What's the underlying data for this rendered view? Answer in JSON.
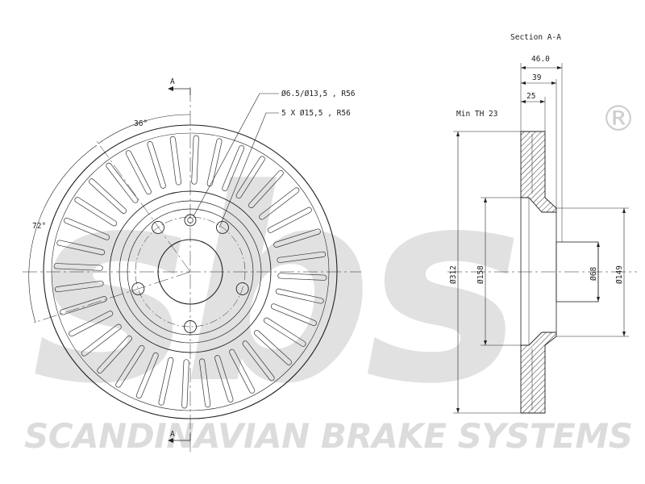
{
  "watermark": {
    "logo": "sbs",
    "registered": "®",
    "company": "SCANDINAVIAN BRAKE SYSTEMS"
  },
  "front_view": {
    "section_marker_top": "A",
    "section_marker_bottom": "A",
    "angle_1": "36°",
    "angle_2": "72°",
    "note_holes_1": "Ø6.5/Ø13,5 , R56",
    "note_holes_2": "5 X Ø15,5 , R56",
    "vent_slot_count": 36,
    "bolt_hole_count": 5
  },
  "section_view": {
    "title": "Section A-A",
    "total_height": "46.0",
    "hub_height": "39",
    "flange_height": "25",
    "min_thickness": "Min TH 23",
    "outer_diameter": "Ø312",
    "inner_diameter": "Ø158",
    "center_bore": "Ø68",
    "hat_diameter": "Ø149"
  }
}
